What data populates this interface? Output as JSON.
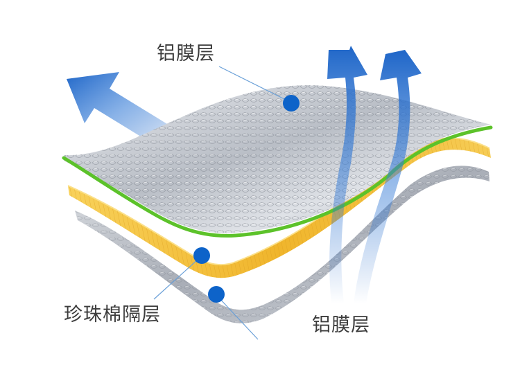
{
  "labels": {
    "top_foil": "铝膜层",
    "middle_foam": "珍珠棉隔层",
    "bottom_foil": "铝膜层"
  },
  "colors": {
    "arrow_blue": "#1f66c8",
    "marker_blue": "#0d63c9",
    "foil_silver": "#c9cdd3",
    "green_edge": "#5cc22a",
    "foam_yellow": "#f3bf3a",
    "leader_line": "#6aa0d8",
    "text": "#3c3c3c"
  },
  "icons": [
    "heat-flow-arrow",
    "marker-dot"
  ]
}
